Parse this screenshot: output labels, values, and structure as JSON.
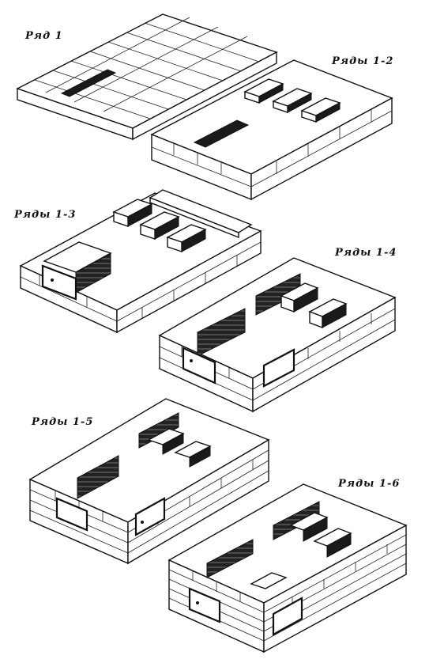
{
  "labels": {
    "row1": "Ряд  1",
    "rows12": "Ряды 1-2",
    "rows13": "Ряды 1-3",
    "rows14": "Ряды 1-4",
    "rows15": "Ряды 1-5",
    "rows16": "Ряды 1-6"
  }
}
